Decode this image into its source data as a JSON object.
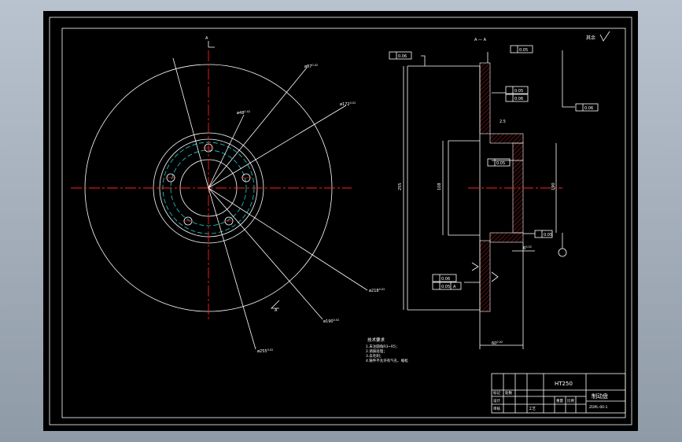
{
  "colors": {
    "background": "#000000",
    "frame": "#ffffff",
    "center_line": "#ff2020",
    "bolt_circle": "#20d0d0",
    "hatch": "#ff3030"
  },
  "view": {
    "section_marker_left": "A",
    "section_marker_right": "A",
    "section_title": "A — A",
    "roughness_note": "其余"
  },
  "dimensions_left": {
    "d1": "ø87",
    "d2": "ø172",
    "d3": "ø48",
    "d4": "ø218",
    "d5": "ø190",
    "d6": "ø255",
    "tol": "0.02"
  },
  "dimensions_right": {
    "height": "255",
    "bore": "108",
    "thickness": "60",
    "offset": "6",
    "hub": "190",
    "chamfer": "2.5"
  },
  "tolerance_frames": {
    "f1": "0.06",
    "f2": "0.05",
    "f3": "0.05",
    "f4": "0.06",
    "f5": "0.06",
    "f6": "0.05",
    "f7": "0.06",
    "f8": "0.05",
    "datum_a": "A"
  },
  "notes": {
    "title": "技术要求",
    "line1": "1.未注圆角R3~R5；",
    "line2": "2.调质处理；",
    "line3": "3.去毛刺；",
    "line4": "4.铸件不允许有气孔、缩松"
  },
  "title_block": {
    "material": "HT250",
    "part_name": "制动盘",
    "drawing_no": "ZDPL-00-1",
    "labels": {
      "designer": "设计",
      "checker": "审核",
      "craft": "工艺",
      "mark": "标记",
      "count": "处数",
      "scale": "比例",
      "weight": "重量"
    }
  }
}
